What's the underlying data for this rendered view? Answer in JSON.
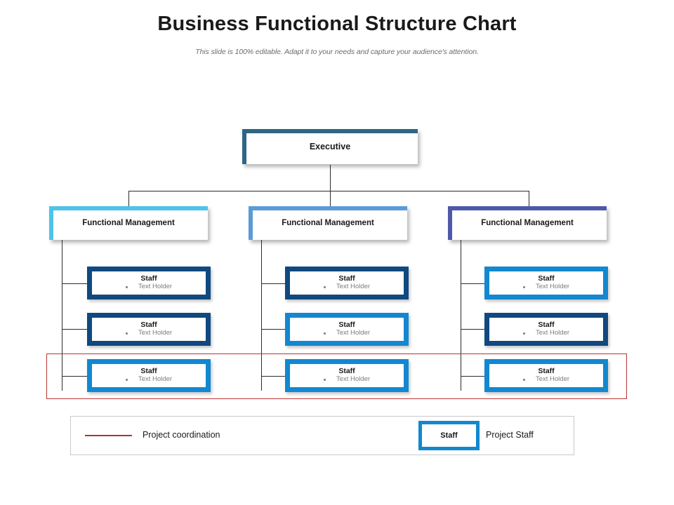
{
  "header": {
    "title": "Business Functional Structure Chart",
    "subtitle": "This slide is 100% editable. Adapt it to your needs and capture your audience's attention."
  },
  "colors": {
    "executive_accent": "#2E6683",
    "functional_1": "#4FC3E8",
    "functional_2": "#5B9BD5",
    "functional_3": "#4F58A8",
    "staff_navy": "#10487F",
    "staff_blue": "#1387D0",
    "coordination_red": "#b93434",
    "legend_border": "#c9c9c9",
    "connector": "#2b2b2b",
    "subtitle_gray": "#6d6d6d",
    "body_text": "#1a1a1a",
    "muted_text": "#7b7b7b"
  },
  "chart": {
    "executive": {
      "label": "Executive"
    },
    "functional_managements": [
      {
        "label": "Functional Management"
      },
      {
        "label": "Functional Management"
      },
      {
        "label": "Functional Management"
      }
    ],
    "staff_columns": [
      [
        {
          "title": "Staff",
          "subtitle": "Text Holder",
          "border": "navy"
        },
        {
          "title": "Staff",
          "subtitle": "Text Holder",
          "border": "navy"
        },
        {
          "title": "Staff",
          "subtitle": "Text Holder",
          "border": "blue"
        }
      ],
      [
        {
          "title": "Staff",
          "subtitle": "Text Holder",
          "border": "navy"
        },
        {
          "title": "Staff",
          "subtitle": "Text Holder",
          "border": "blue"
        },
        {
          "title": "Staff",
          "subtitle": "Text Holder",
          "border": "blue"
        }
      ],
      [
        {
          "title": "Staff",
          "subtitle": "Text Holder",
          "border": "blue"
        },
        {
          "title": "Staff",
          "subtitle": "Text Holder",
          "border": "navy"
        },
        {
          "title": "Staff",
          "subtitle": "Text Holder",
          "border": "blue"
        }
      ]
    ]
  },
  "legend": {
    "coordination_label": "Project coordination",
    "project_staff_box_label": "Staff",
    "project_staff_label": "Project Staff"
  }
}
